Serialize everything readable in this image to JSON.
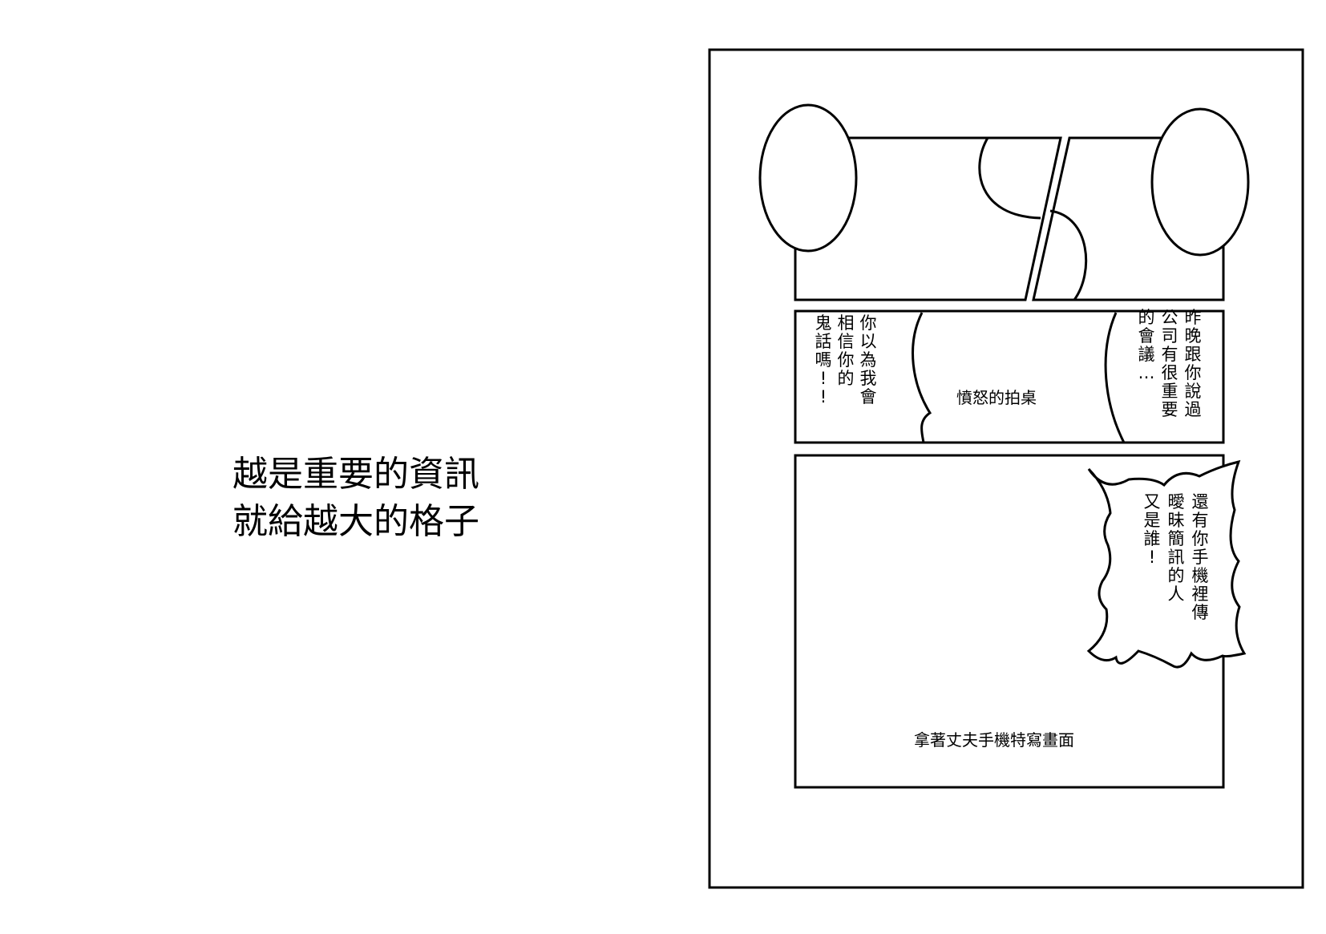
{
  "caption": {
    "line1": "越是重要的資訊",
    "line2": "就給越大的格子"
  },
  "panel2": {
    "left_bubble_columns": [
      "你以為我會",
      "相信你的",
      "鬼話嗎!!"
    ],
    "center_note": "憤怒的拍桌",
    "right_bubble_columns": [
      "昨晚跟你說過",
      "公司有很重要",
      "的會議…"
    ]
  },
  "panel3": {
    "burst_bubble_columns": [
      "還有你手機裡傳",
      "曖昧簡訊的人",
      "又是誰!"
    ],
    "center_note": "拿著丈夫手機特寫畫面"
  }
}
